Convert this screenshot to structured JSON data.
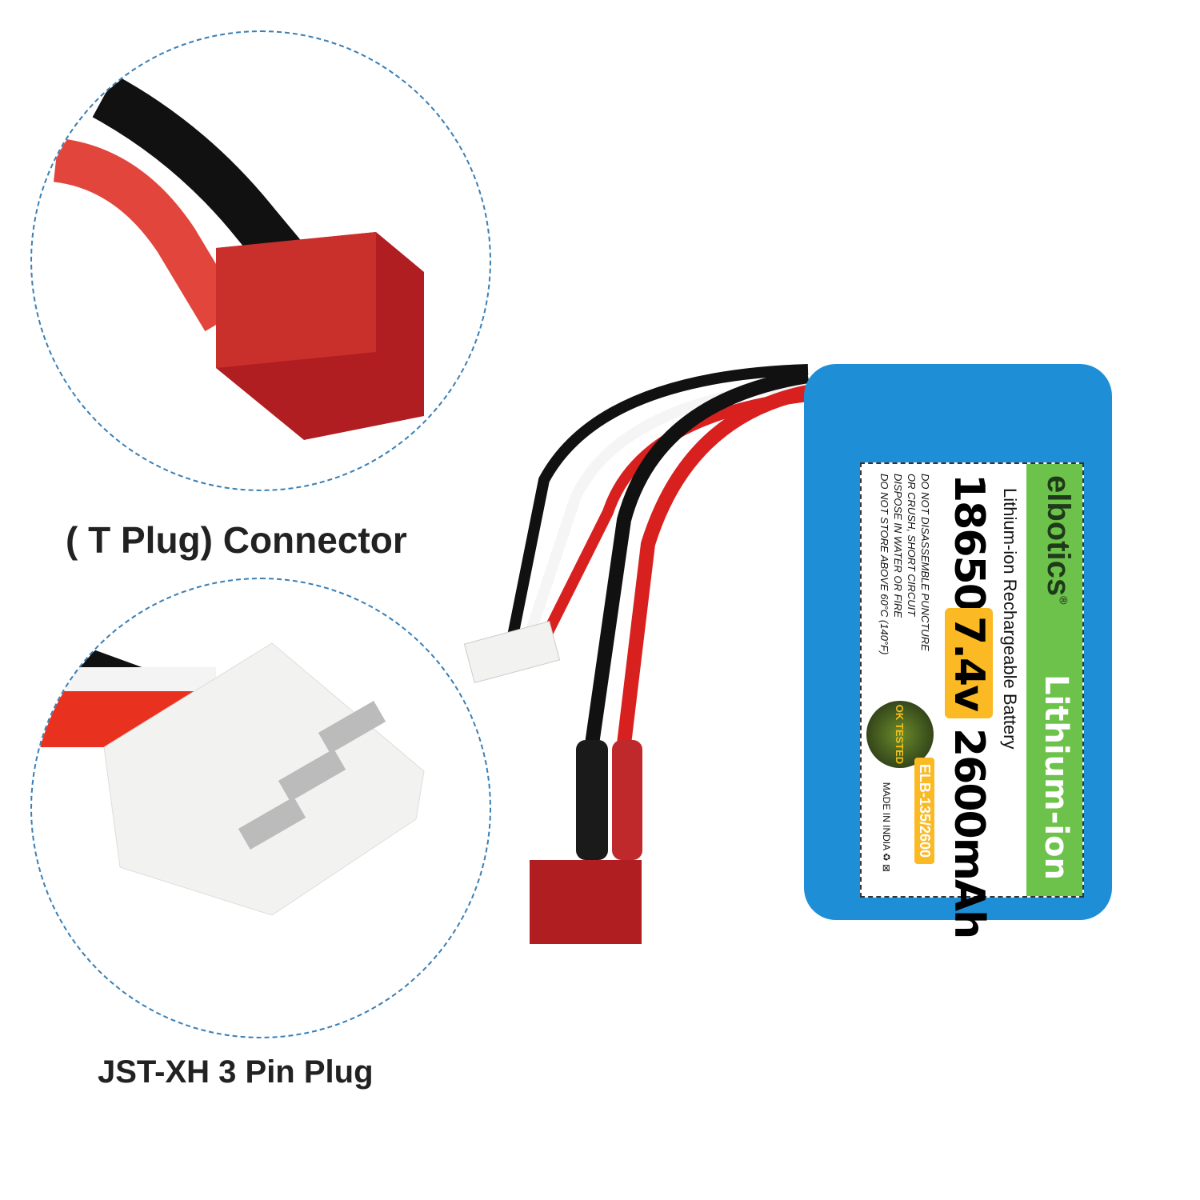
{
  "captions": {
    "t_plug": "( T Plug) Connector",
    "jst": "JST-XH 3 Pin Plug"
  },
  "label": {
    "brand": "elbotics",
    "registered": "®",
    "chemistry_band": "Lithium-ion",
    "subtitle": "Lithium-ion Rechargeable Battery",
    "cell": "18650",
    "voltage": "7.4v",
    "capacity": "2600mAh",
    "warnings": [
      "DO NOT DISASSEMBLE PUNCTURE",
      "OR CRUSH, SHORT CIRCUIT",
      "DISPOSE IN WATER OR FIRE",
      "DO NOT STORE ABOVE 60°C (140°F)"
    ],
    "seal": "OK TESTED",
    "model": "ELB-135/2600",
    "made_in": "MADE IN INDIA"
  },
  "colors": {
    "pack": "#1e8fd6",
    "band": "#6cc24a",
    "accent": "#fbb924",
    "plug": "#b01e22",
    "dash": "#3a7fb5"
  }
}
